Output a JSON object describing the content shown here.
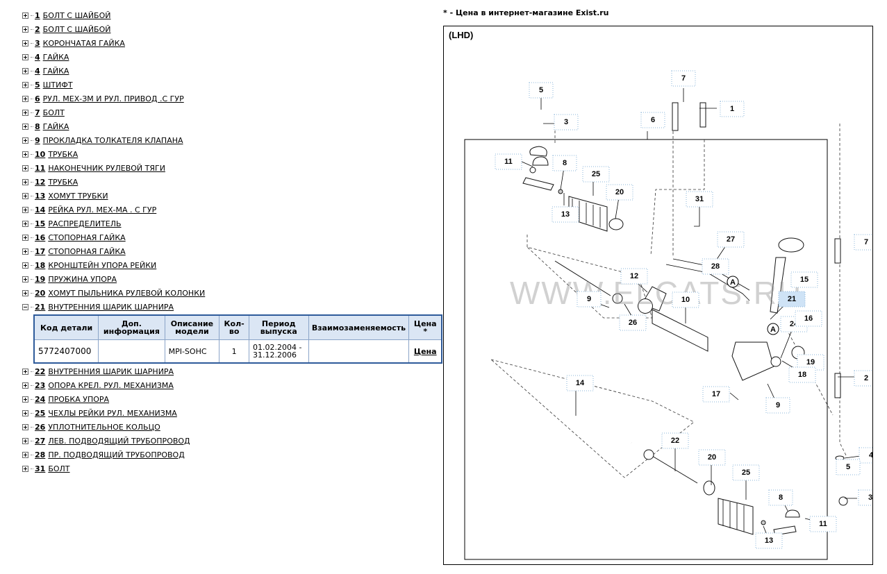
{
  "price_note": "* - Цена в интернет-магазине Exist.ru",
  "diagram": {
    "title": "(LHD)",
    "watermark": "WWW.ELCATS.RU",
    "callouts": [
      "7",
      "5",
      "1",
      "3",
      "6",
      "11",
      "8",
      "25",
      "20",
      "31",
      "13",
      "27",
      "28",
      "7",
      "12",
      "A",
      "15",
      "10",
      "9",
      "21",
      "26",
      "24",
      "16",
      "A",
      "19",
      "18",
      "2",
      "17",
      "9",
      "14",
      "22",
      "20",
      "4",
      "25",
      "5",
      "8",
      "3",
      "13",
      "11"
    ]
  },
  "parts": [
    {
      "num": "1",
      "name": "БОЛТ С ШАЙБОЙ"
    },
    {
      "num": "2",
      "name": "БОЛТ С ШАЙБОЙ"
    },
    {
      "num": "3",
      "name": "КОРОНЧАТАЯ ГАЙКА"
    },
    {
      "num": "4",
      "name": "ГАЙКА"
    },
    {
      "num": "4",
      "name": "ГАЙКА"
    },
    {
      "num": "5",
      "name": "ШТИФТ"
    },
    {
      "num": "6",
      "name": "РУЛ. МЕХ-ЗМ И РУЛ. ПРИВОД .С ГУР"
    },
    {
      "num": "7",
      "name": "БОЛТ"
    },
    {
      "num": "8",
      "name": "ГАЙКА"
    },
    {
      "num": "9",
      "name": "ПРОКЛАДКА ТОЛКАТЕЛЯ КЛАПАНА"
    },
    {
      "num": "10",
      "name": "ТРУБКА"
    },
    {
      "num": "11",
      "name": "НАКОНЕЧНИК РУЛЕВОЙ ТЯГИ"
    },
    {
      "num": "12",
      "name": "ТРУБКА"
    },
    {
      "num": "13",
      "name": "ХОМУТ ТРУБКИ"
    },
    {
      "num": "14",
      "name": "РЕЙКА РУЛ. МЕХ-МА . С ГУР"
    },
    {
      "num": "15",
      "name": "РАСПРЕДЕЛИТЕЛЬ"
    },
    {
      "num": "16",
      "name": "СТОПОРНАЯ ГАЙКА"
    },
    {
      "num": "17",
      "name": "СТОПОРНАЯ ГАЙКА"
    },
    {
      "num": "18",
      "name": "КРОНШТЕЙН УПОРА РЕЙКИ"
    },
    {
      "num": "19",
      "name": "ПРУЖИНА УПОРА"
    },
    {
      "num": "20",
      "name": "ХОМУТ ПЫЛЬНИКА РУЛЕВОЙ КОЛОНКИ"
    },
    {
      "num": "21",
      "name": "ВНУТРЕННИЯ ШАРИК ШАРНИРА",
      "expanded": true
    },
    {
      "num": "22",
      "name": "ВНУТРЕННИЯ ШАРИК ШАРНИРА"
    },
    {
      "num": "23",
      "name": "ОПОРА КРЕЛ. РУЛ. МЕХАНИЗМА"
    },
    {
      "num": "24",
      "name": "ПРОБКА УПОРА"
    },
    {
      "num": "25",
      "name": "ЧЕХЛЫ РЕЙКИ РУЛ. МЕХАНИЗМА"
    },
    {
      "num": "26",
      "name": "УПЛОТНИТЕЛЬНОЕ КОЛЬЦО"
    },
    {
      "num": "27",
      "name": "ЛЕВ. ПОДВОДЯЩИЙ ТРУБОПРОВОД"
    },
    {
      "num": "28",
      "name": "ПР. ПОДВОДЯЩИЙ ТРУБОПРОВОД"
    },
    {
      "num": "31",
      "name": "БОЛТ"
    }
  ],
  "details_table": {
    "headers": [
      "Код детали",
      "Доп. информация",
      "Описание модели",
      "Кол-во",
      "Период выпуска",
      "Взаимозаменяемость",
      "Цена *"
    ],
    "rows": [
      {
        "code": "5772407000",
        "extra": "",
        "model": "MPI-SOHC",
        "qty": "1",
        "period": "01.02.2004 - 31.12.2006",
        "interchange": "",
        "price": "Цена"
      }
    ]
  }
}
